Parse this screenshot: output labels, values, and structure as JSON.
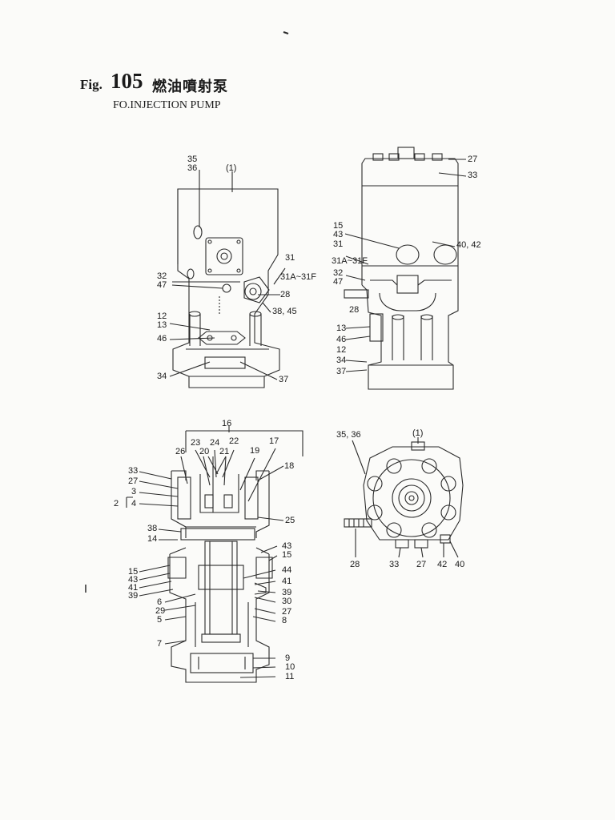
{
  "header": {
    "fig_prefix": "Fig.",
    "fig_number": "105",
    "title_jp": "燃油噴射泵",
    "title_en": "FO.INJECTION PUMP"
  },
  "views": {
    "front": {
      "labels": [
        "35",
        "36",
        "(1)",
        "31",
        "31A~31F",
        "32",
        "47",
        "28",
        "38, 45",
        "12",
        "13",
        "46",
        "34",
        "37"
      ]
    },
    "side": {
      "labels": [
        "27",
        "33",
        "15",
        "43",
        "31",
        "31A~31F",
        "40, 42",
        "32",
        "47",
        "28",
        "13",
        "46",
        "12",
        "34",
        "37"
      ]
    },
    "section": {
      "labels": [
        "16",
        "23",
        "24",
        "22",
        "20",
        "21",
        "26",
        "19",
        "17",
        "18",
        "33",
        "27",
        "3",
        "2",
        "4",
        "25",
        "38",
        "14",
        "43",
        "15",
        "15",
        "43",
        "44",
        "41",
        "41",
        "39",
        "39",
        "6",
        "29",
        "30",
        "27",
        "5",
        "8",
        "7",
        "9",
        "10",
        "11"
      ]
    },
    "bottom": {
      "labels": [
        "35, 36",
        "(1)",
        "28",
        "33",
        "27",
        "42",
        "40"
      ]
    }
  }
}
